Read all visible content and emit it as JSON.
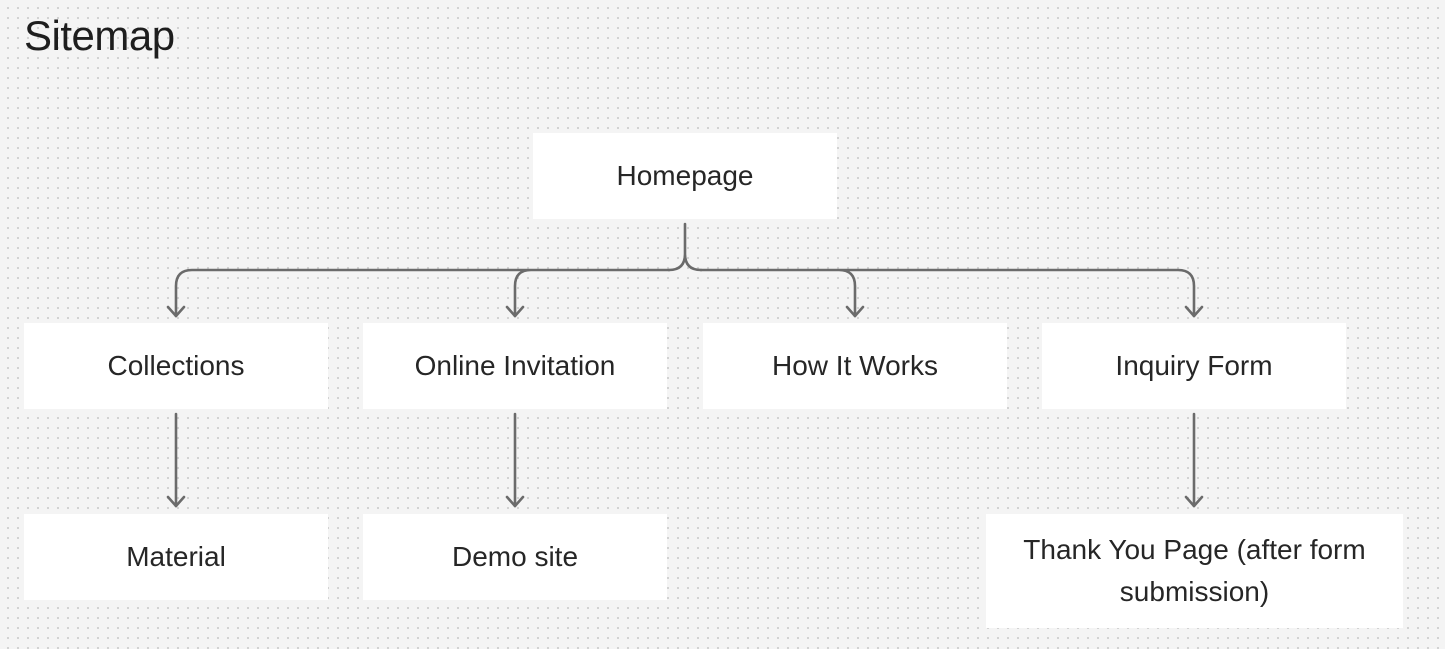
{
  "page": {
    "title": "Sitemap"
  },
  "nodes": {
    "homepage": "Homepage",
    "collections": "Collections",
    "online_invitation": "Online Invitation",
    "how_it_works": "How It Works",
    "inquiry_form": "Inquiry Form",
    "material": "Material",
    "demo_site": "Demo site",
    "thank_you_page": "Thank You Page (after form submission)"
  },
  "edges": [
    {
      "from": "homepage",
      "to": "collections"
    },
    {
      "from": "homepage",
      "to": "online_invitation"
    },
    {
      "from": "homepage",
      "to": "how_it_works"
    },
    {
      "from": "homepage",
      "to": "inquiry_form"
    },
    {
      "from": "collections",
      "to": "material"
    },
    {
      "from": "online_invitation",
      "to": "demo_site"
    },
    {
      "from": "inquiry_form",
      "to": "thank_you_page"
    }
  ],
  "colors": {
    "canvas": "#f4f4f4",
    "node_fill": "#ffffff",
    "connector": "#6b6b6b",
    "text": "#262626"
  }
}
